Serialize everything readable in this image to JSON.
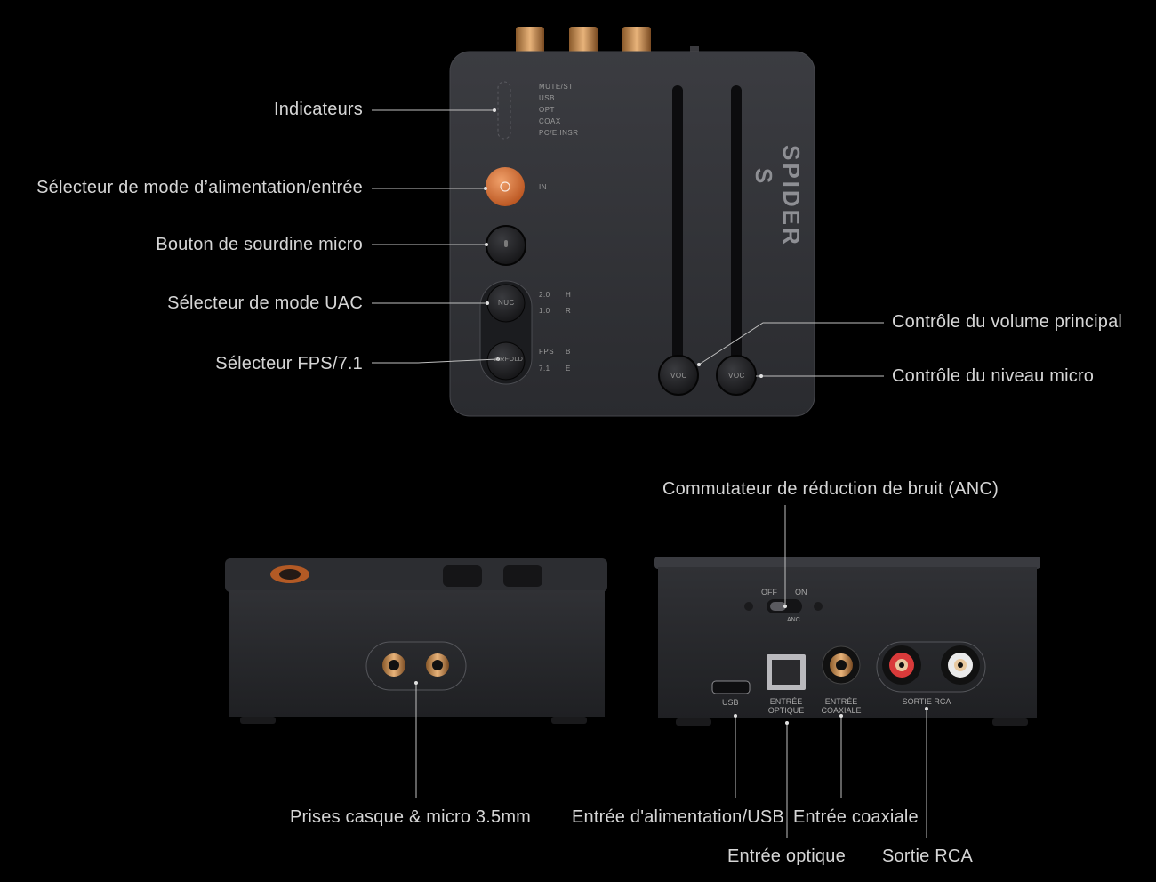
{
  "device": {
    "brand": "SPIDER S",
    "indicators": [
      "MUTE/ST",
      "USB",
      "OPT",
      "COAX",
      "PC/E.INSR"
    ],
    "power_label": "IN",
    "uac_options": [
      "2.0",
      "1.0"
    ],
    "uac_side": [
      "H",
      "R"
    ],
    "uac_button": "NUC",
    "fps_options": [
      "FPS",
      "7.1"
    ],
    "fps_side": [
      "B",
      "E"
    ],
    "fps_button": "WRFOLD",
    "knob_left": "VOC",
    "knob_right": "VOC",
    "anc_off": "OFF",
    "anc_on": "ON",
    "anc_text": "ANC",
    "port_usb": "USB",
    "port_optical": "ENTRÉE\nOPTIQUE",
    "port_coax": "ENTRÉE\nCOAXIALE",
    "port_rca": "SORTIE RCA"
  },
  "callouts": {
    "indicators": "Indicateurs",
    "power_input_mode": "Sélecteur de mode d’alimentation/entrée",
    "mic_mute": "Bouton de sourdine micro",
    "uac_mode": "Sélecteur de mode UAC",
    "fps_71": "Sélecteur FPS/7.1",
    "master_volume": "Contrôle du volume principal",
    "mic_level": "Contrôle du niveau micro",
    "anc_switch": "Commutateur de réduction de bruit (ANC)",
    "jacks": "Prises casque & micro 3.5mm",
    "power_usb": "Entrée d'alimentation/USB",
    "optical": "Entrée optique",
    "coaxial": "Entrée coaxiale",
    "rca": "Sortie RCA"
  }
}
